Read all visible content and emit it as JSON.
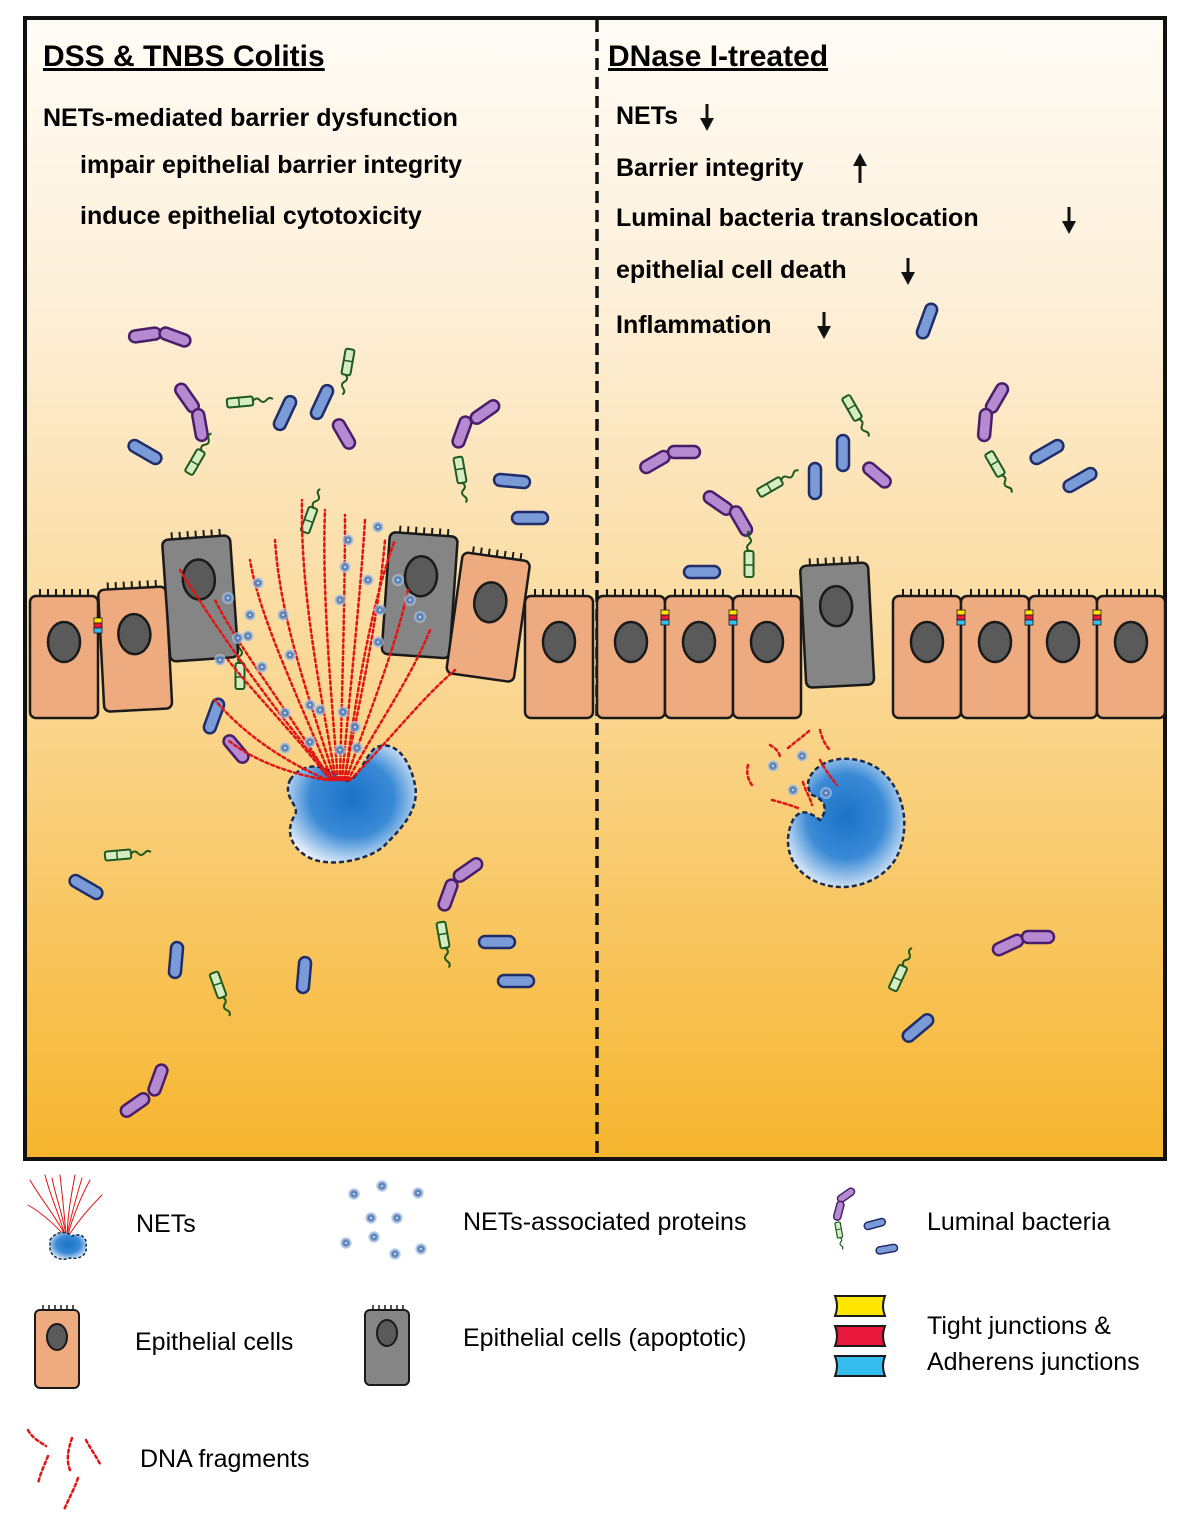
{
  "left_panel": {
    "title": "DSS & TNBS Colitis",
    "lines": [
      "NETs-mediated barrier dysfunction",
      "impair epithelial barrier integrity",
      "induce epithelial cytotoxicity"
    ]
  },
  "right_panel": {
    "title": "DNase I-treated",
    "effects": [
      {
        "label": "NETs",
        "direction": "down"
      },
      {
        "label": "Barrier integrity",
        "direction": "up"
      },
      {
        "label": "Luminal bacteria translocation",
        "direction": "down"
      },
      {
        "label": "epithelial cell death",
        "direction": "down"
      },
      {
        "label": "Inflammation",
        "direction": "down"
      }
    ]
  },
  "legend": {
    "nets": "NETs",
    "nets_proteins": "NETs-associated proteins",
    "luminal_bacteria": "Luminal bacteria",
    "epithelial_cells": "Epithelial cells",
    "epithelial_apoptotic": "Epithelial cells (apoptotic)",
    "junctions_line1": "Tight junctions &",
    "junctions_line2": "Adherens junctions",
    "dna_fragments": "DNA fragments"
  },
  "colors": {
    "background_top": "#fffcf6",
    "background_bottom": "#f7b630",
    "epithelial_cell": "#eeab80",
    "apoptotic_cell": "#858585",
    "nucleus": "#5a5a5a",
    "neutrophil": "#1a75c9",
    "dna": "#e01515",
    "purple_bacteria": "#b58ad1",
    "blue_bacteria": "#7b9ad8",
    "green_bacteria": "#d6edc4",
    "tight_junction": "#ffe600",
    "adherens_red": "#e8173c",
    "adherens_blue": "#36bdf0"
  }
}
